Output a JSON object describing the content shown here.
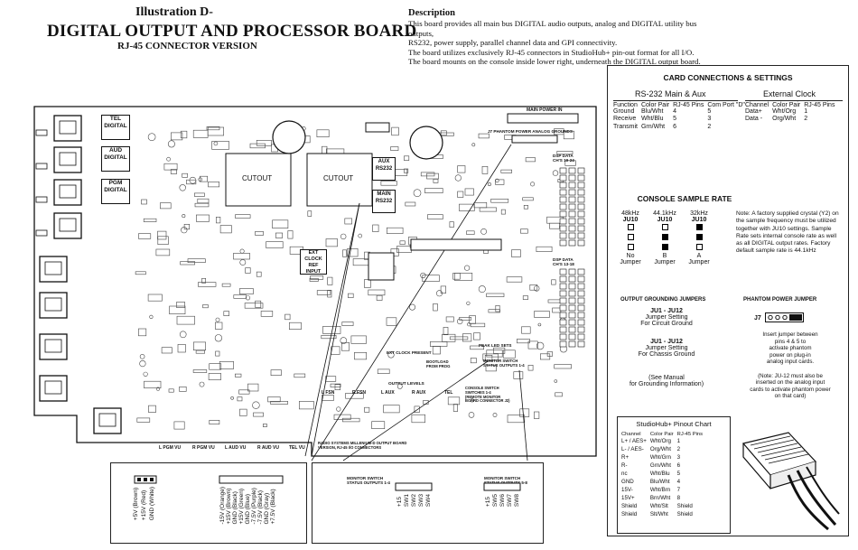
{
  "header": {
    "illustration": "Illustration D-",
    "title": "DIGITAL OUTPUT AND PROCESSOR BOARD",
    "subtitle": "RJ-45 CONNECTOR VERSION"
  },
  "description": {
    "heading": "Description",
    "lines": [
      "This board provides all main bus DIGITAL audio outputs, analog and DIGITAL utility bus outputs,",
      "RS232, power supply, parallel channel data and GPI connectivity.",
      "The board utilizes exclusively RJ-45 connectors in StudioHub+ pin-out format for all I/O.",
      "The board mounts on the console inside lower right, underneath the DIGITAL output board."
    ]
  },
  "board": {
    "connector_labels": {
      "tel": "TEL\nDIGITAL",
      "aud": "AUD\nDIGITAL",
      "pgm": "PGM\nDIGITAL",
      "aux": "AUX\nRS232",
      "main": "MAIN\nRS232",
      "ext_clock": "EXT CLOCK\nREF INPUT"
    },
    "cutout_1": "CUTOUT",
    "cutout_2": "CUTOUT",
    "main_power_in": "MAIN POWER IN",
    "phantom_power": "J7 PHANTOM POWER  ANALOG GROUNDS",
    "dsp_data_1": "DSP DATA\nCH'S 19-24",
    "dsp_data_2": "DSP DATA\nCH'S 13-18",
    "ext_clock_present": "EXT CLOCK PRESENT",
    "output_levels": "OUTPUT LEVELS",
    "peak_led_sets": "PEAK LED SETS",
    "bootload": "BOOTLOAD\nFROM PROG",
    "monitor_switch": "MONITOR SWITCH\nSTATUS OUTPUTS 1-4",
    "console_switch": "CONSOLE SWITCH\nSWITCHES 1-4\n(REMOTE MONITOR\nBOARD CONNECTOR J2)",
    "bottom_levels": [
      "L FSN",
      "R FSN",
      "L AUX",
      "R AUX",
      "TEL"
    ],
    "bottom_meters": [
      "L PGM VU",
      "R PGM VU",
      "L AUD VU",
      "R AUD VU",
      "TEL VU"
    ],
    "board_caption": "RADIO SYSTEMS MILLENIUM-D OUTPUT BOARD\nVERSION, RJ-45 I/O CONNECTORS"
  },
  "details": {
    "box1_pins": [
      "+5V (Brown)",
      "+15V (Red)",
      "GND (White)"
    ],
    "box2_pins": [
      "-15V (Orange)",
      "+15V (Brown)",
      "GND (Black)",
      "+15V (Green)",
      "GND (Blue)",
      "-7.5V (Purple)",
      "-7.5V (Black)",
      "GND (Gray)",
      "+7.5V (Black)"
    ],
    "box3_title": "MONITOR SWITCH\nSTATUS OUTPUTS 1-4",
    "box3_pins": [
      "+15",
      "SW1",
      "SW2",
      "SW3",
      "SW4"
    ],
    "box4_title": "MONITOR SWITCH\nSTATUS OUTPUTS 5-8",
    "box4_pins": [
      "+15",
      "SW5",
      "SW6",
      "SW7",
      "SW8"
    ]
  },
  "panel": {
    "title": "CARD CONNECTIONS & SETTINGS",
    "rs232": {
      "title": "RS-232 Main & Aux",
      "headers": [
        "Function",
        "Color Pair",
        "RJ-45 Pins",
        "Com Port \"D\""
      ],
      "rows": [
        [
          "Ground",
          "Blu/Wht",
          "4",
          "5"
        ],
        [
          "Receive",
          "Wht/Blu",
          "5",
          "3"
        ],
        [
          "Transmit",
          "Grn/Wht",
          "6",
          "2"
        ]
      ]
    },
    "ext_clock": {
      "title": "External Clock",
      "headers": [
        "Channel",
        "Color Pair",
        "RJ-45 Pins"
      ],
      "rows": [
        [
          "Data+",
          "Wht/Org",
          "1"
        ],
        [
          "Data -",
          "Org/Wht",
          "2"
        ]
      ]
    },
    "sample_rate": {
      "title": "CONSOLE SAMPLE RATE",
      "cols": [
        {
          "rate": "48kHz",
          "jumper": "JU10",
          "setting": "No\nJumper"
        },
        {
          "rate": "44.1kHz",
          "jumper": "JU10",
          "setting": "B\nJumper"
        },
        {
          "rate": "32kHz",
          "jumper": "JU10",
          "setting": "A\nJumper"
        }
      ],
      "note": "Note: A factory supplied crystal (Y2) on the sample frequency must be utilized together with JU10 settings. Sample Rate sets internal console rate as well as all DIGITAL output rates. Factory default sample rate is 44.1kHz"
    },
    "grounding": {
      "title": "OUTPUT GROUNDING JUMPERS",
      "jumper1": "JU1 - JU12",
      "text1": "Jumper Setting\nFor Circuit Ground",
      "jumper2": "JU1 - JU12",
      "text2": "Jumper Setting\nFor Chassis Ground",
      "note": "(See Manual\nfor Grounding Information)"
    },
    "phantom": {
      "title": "PHANTOM POWER JUMPER",
      "label": "J7",
      "text": "Insert jumper between\npins 4 & 5 to\nactivate phantom\npower on plug-in\nanalog input cards.\n\n(Note: JU-12 must also be\ninserted on the analog input\ncards to activate phantom power\non that card)"
    },
    "pinout": {
      "title": "StudioHub+ Pinout Chart",
      "headers": [
        "Channel",
        "Color Pair",
        "RJ-45 Pins"
      ],
      "rows": [
        [
          "L+ / AES+",
          "Wht/Org",
          "1"
        ],
        [
          "L- / AES-",
          "Org/Wht",
          "2"
        ],
        [
          "R+",
          "Wht/Grn",
          "3"
        ],
        [
          "R-",
          "Grn/Wht",
          "6"
        ],
        [
          "nc",
          "Wht/Blu",
          "5"
        ],
        [
          "GND",
          "Blu/Wht",
          "4"
        ],
        [
          "15V-",
          "Wht/Brn",
          "7"
        ],
        [
          "15V+",
          "Brn/Wht",
          "8"
        ],
        [
          "Shield",
          "Wht/Slt",
          "Shield"
        ],
        [
          "Shield",
          "Slt/Wht",
          "Shield"
        ]
      ]
    }
  }
}
